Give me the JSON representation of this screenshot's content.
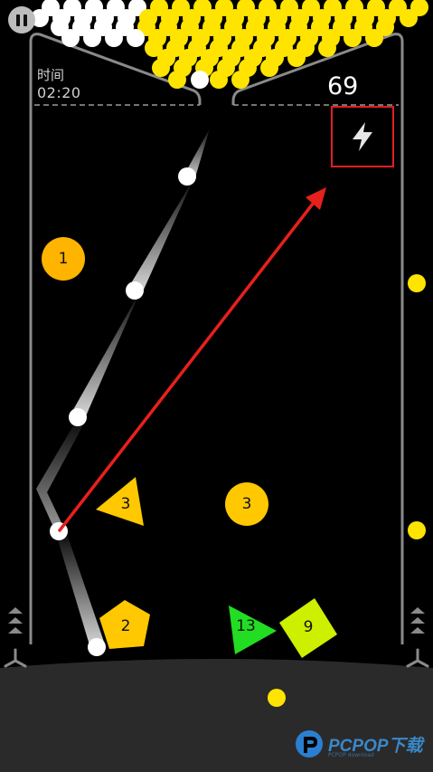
{
  "hud": {
    "time_label": "时间",
    "time_value": "02:20",
    "score": "69"
  },
  "powerup": {
    "icon": "lightning-icon"
  },
  "shapes": [
    {
      "kind": "circle",
      "number": "1",
      "color": "#ffb400"
    },
    {
      "kind": "triangle",
      "number": "3",
      "color": "#ffc800"
    },
    {
      "kind": "circle",
      "number": "3",
      "color": "#ffc800"
    },
    {
      "kind": "pentagon",
      "number": "2",
      "color": "#ffc800"
    },
    {
      "kind": "triangle",
      "number": "13",
      "color": "#22dd22"
    },
    {
      "kind": "diamond",
      "number": "9",
      "color": "#ccf000"
    }
  ],
  "watermark": {
    "text": "PCPOP下载",
    "sub": "PCPOP download"
  },
  "colors": {
    "ball_white": "#ffffff",
    "ball_yellow": "#ffe400",
    "aim_arrow": "#e8201c",
    "wall": "#8a8a8a"
  }
}
